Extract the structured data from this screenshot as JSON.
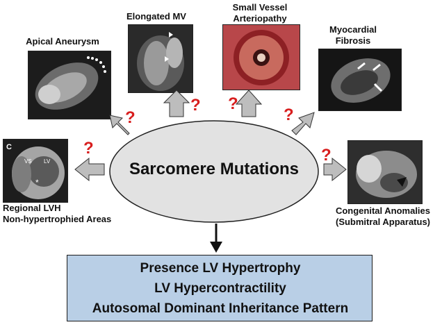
{
  "center": {
    "title": "Sarcomere Mutations"
  },
  "features": [
    {
      "id": "apical",
      "label_lines": [
        "Apical Aneurysm"
      ]
    },
    {
      "id": "mv",
      "label_lines": [
        "Elongated MV"
      ]
    },
    {
      "id": "vessel",
      "label_lines": [
        "Small Vessel",
        "Arteriopathy"
      ]
    },
    {
      "id": "fibrosis",
      "label_lines": [
        "Myocardial",
        "Fibrosis"
      ]
    },
    {
      "id": "lvh",
      "label_lines": [
        "Regional LVH",
        "Non-hypertrophied Areas"
      ]
    },
    {
      "id": "congenital",
      "label_lines": [
        "Congenital Anomalies",
        "(Submitral Apparatus)"
      ]
    }
  ],
  "question_mark": "?",
  "image_labels": {
    "panel_letter": "C",
    "vs": "VS",
    "lv": "LV",
    "star": "*"
  },
  "outcome": {
    "lines": [
      "Presence LV Hypertrophy",
      "LV Hypercontractility",
      "Autosomal Dominant Inheritance Pattern"
    ]
  },
  "colors": {
    "ellipse_fill": "#e2e2e2",
    "arrow_fill": "#bdbdbd",
    "question_mark": "#d81e1e",
    "outcome_box": "#b9cfe6"
  }
}
